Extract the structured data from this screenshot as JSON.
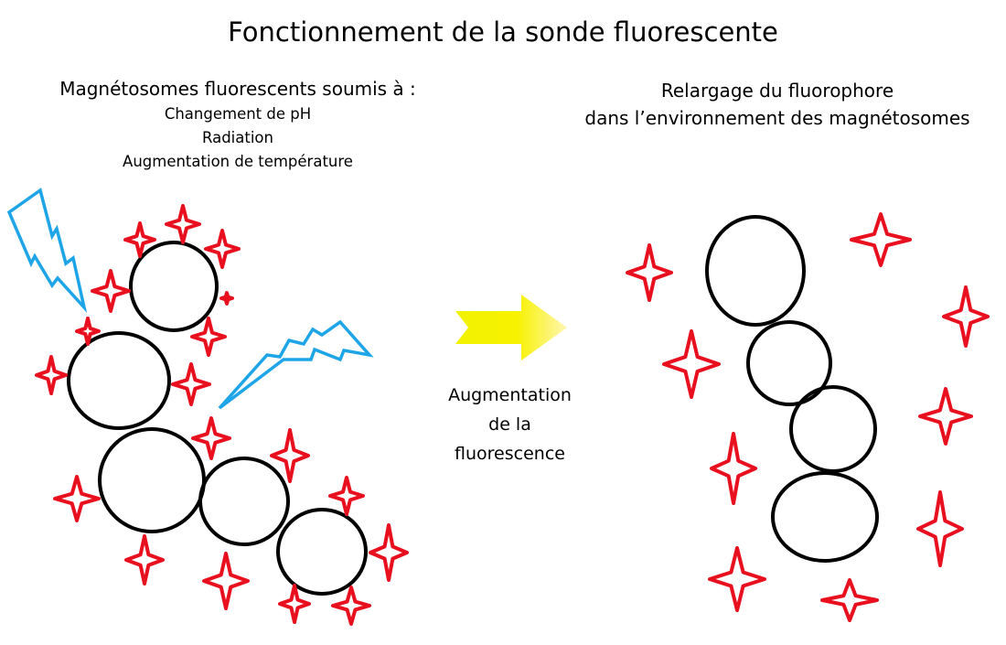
{
  "title": "Fonctionnement de la sonde fluorescente",
  "left": {
    "heading": "Magnétosomes fluorescents soumis à :",
    "conditions": [
      "Changement de pH",
      "Radiation",
      "Augmentation de température"
    ]
  },
  "right": {
    "heading_lines": [
      "Relargage du fluorophore",
      "dans l’environnement des magnétosomes"
    ]
  },
  "arrow": {
    "label_lines": [
      "Augmentation",
      "de la",
      "fluorescence"
    ]
  },
  "colors": {
    "fluorophore": "#e8101e",
    "lightning": "#1ea5e8",
    "arrow_start": "#f2f200",
    "arrow_end": "#fff6b0",
    "magnetosome": "#000000"
  },
  "icons": {
    "fluorophore": "four-point-star-icon",
    "radiation": "lightning-bolt-icon",
    "transition": "right-arrow-icon",
    "magnetosome": "circle-outline-icon"
  }
}
